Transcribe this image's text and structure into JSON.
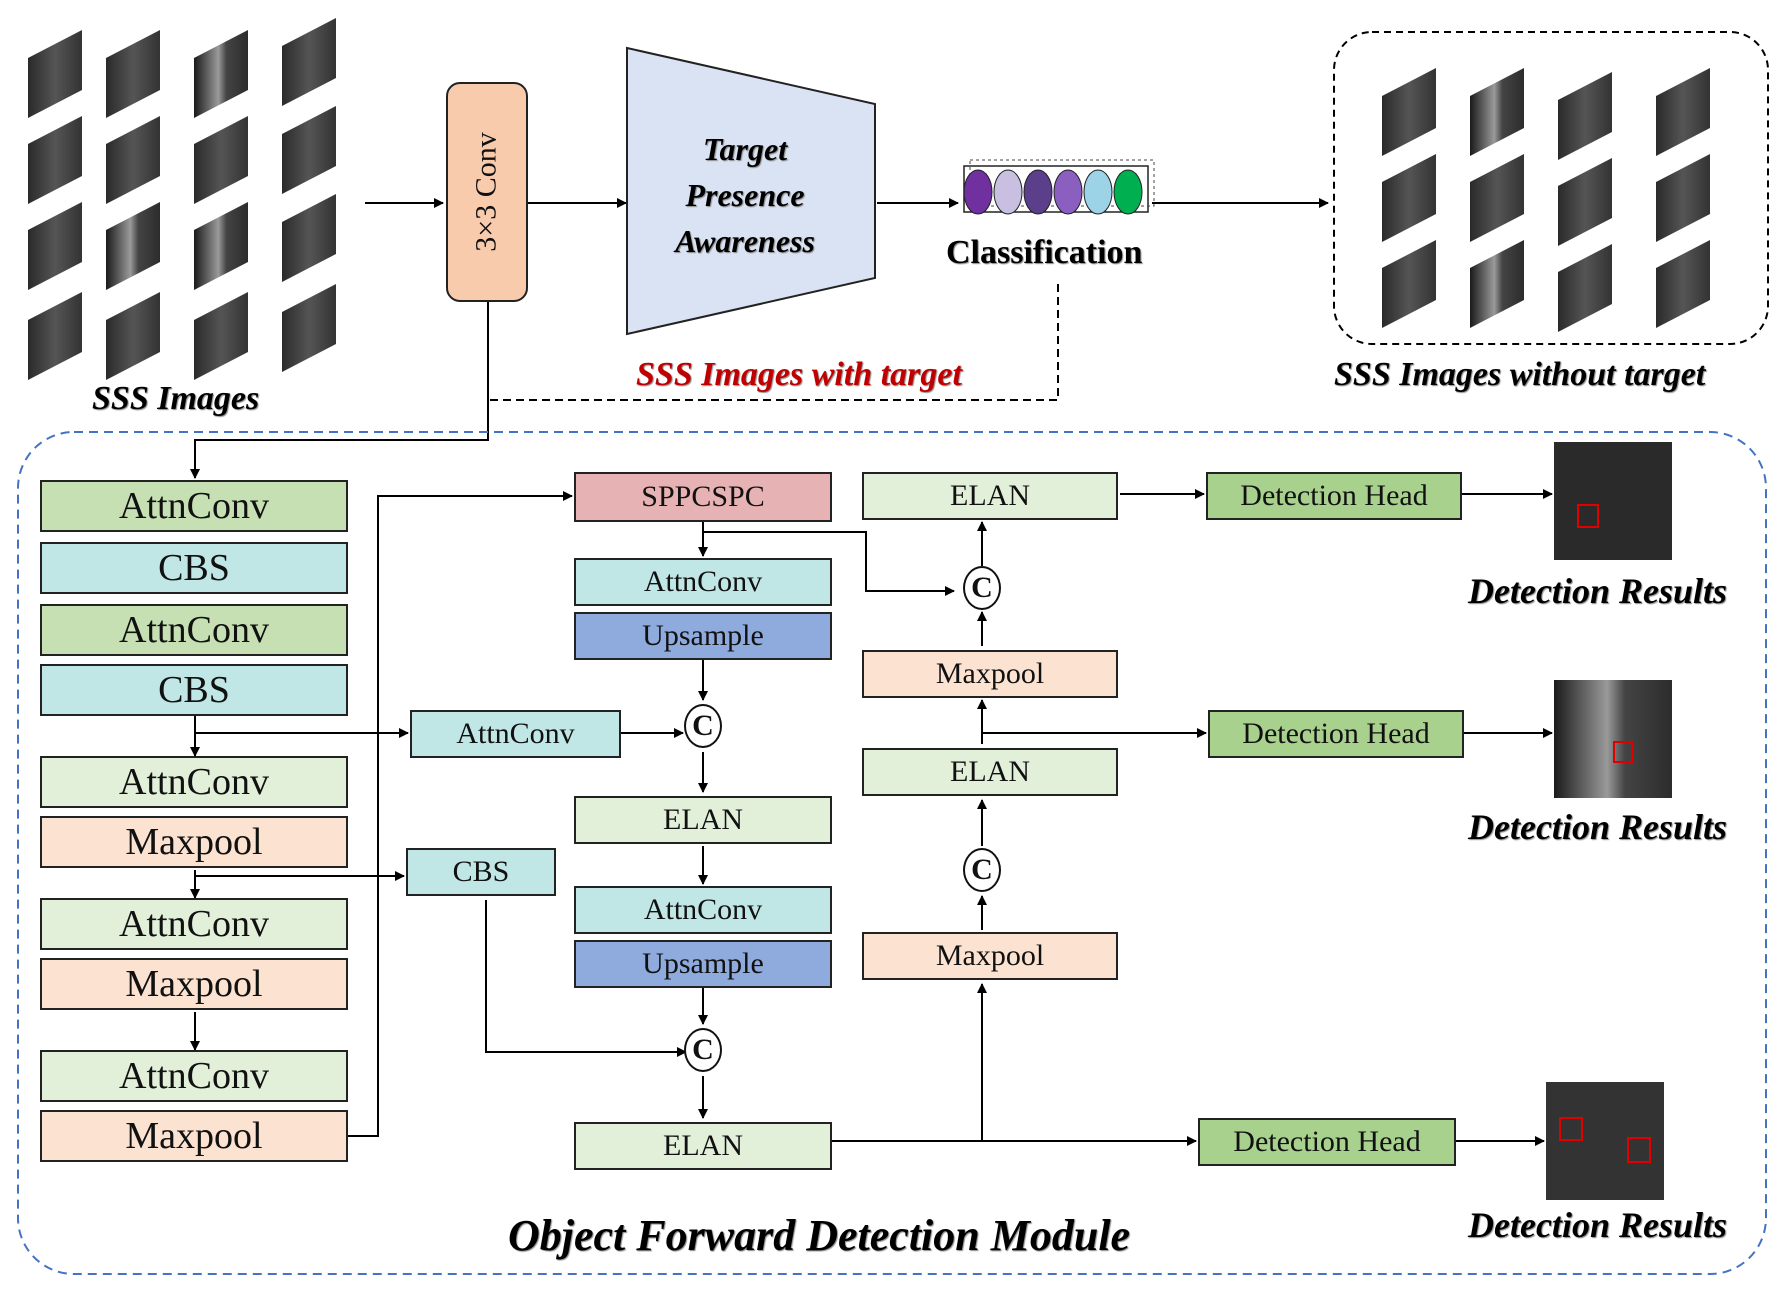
{
  "top": {
    "sss_images_label": "SSS Images",
    "conv_label": "3×3 Conv",
    "tpa_label": "Target\nPresence\nAwareness",
    "classification_label": "Classification",
    "with_target_label": "SSS Images with target",
    "without_target_label": "SSS Images without target"
  },
  "backbone": {
    "blocks": [
      "AttnConv",
      "CBS",
      "AttnConv",
      "CBS",
      "AttnConv",
      "Maxpool",
      "AttnConv",
      "Maxpool",
      "AttnConv",
      "Maxpool"
    ]
  },
  "neck": {
    "attnconv_side": "AttnConv",
    "cbs_side": "CBS",
    "sppcspc": "SPPCSPC",
    "attnconv1": "AttnConv",
    "upsample1": "Upsample",
    "elan1": "ELAN",
    "attnconv2": "AttnConv",
    "upsample2": "Upsample",
    "elan2": "ELAN",
    "maxpool_low": "Maxpool",
    "elan_mid": "ELAN",
    "maxpool_high": "Maxpool",
    "elan_top": "ELAN",
    "concat_symbol": "C"
  },
  "heads": {
    "detection_head": "Detection Head",
    "detection_results": "Detection Results"
  },
  "module_title": "Object Forward Detection Module",
  "colors": {
    "green_dark": "#c6e0b4",
    "green_light": "#e2efd9",
    "teal": "#c0e6e6",
    "peach": "#fbe2d1",
    "salmon": "#e6b2b3",
    "blue": "#8faadc",
    "head_green": "#a9d18e",
    "conv_orange": "#f8cbad",
    "tpa_blue": "#dae3f3",
    "red_text": "#c00000",
    "dash_blue": "#4472c4"
  }
}
